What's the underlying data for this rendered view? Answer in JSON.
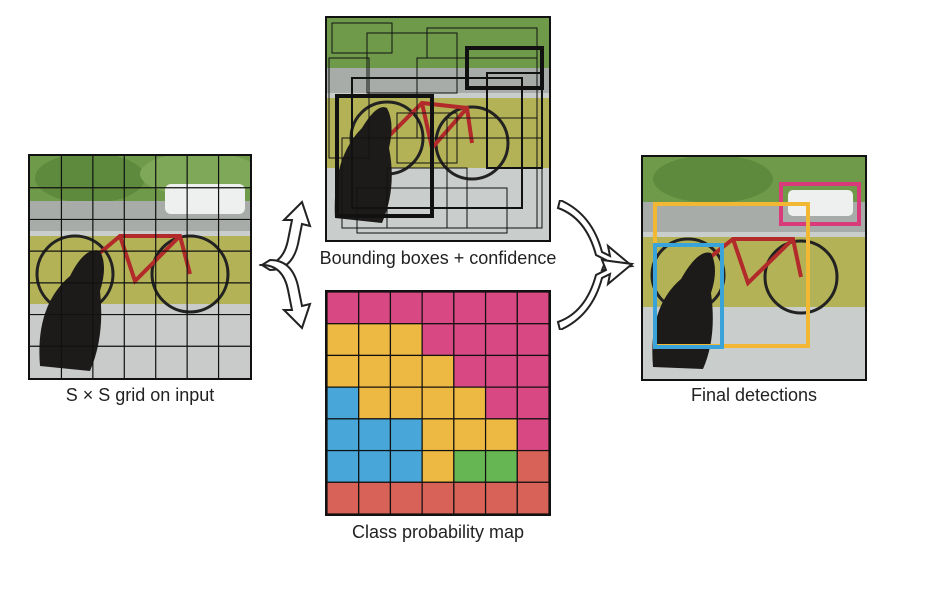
{
  "captions": {
    "input": "S × S grid on input",
    "boxes": "Bounding boxes + confidence",
    "classmap": "Class probability map",
    "detections": "Final detections"
  },
  "grid": {
    "size": 7
  },
  "class_colors": {
    "M": "#d93a7a",
    "Y": "#f2b733",
    "B": "#3aa3d9",
    "G": "#5bb446",
    "R": "#d9574a"
  },
  "class_map": [
    [
      "M",
      "M",
      "M",
      "M",
      "M",
      "M",
      "M"
    ],
    [
      "Y",
      "Y",
      "Y",
      "M",
      "M",
      "M",
      "M"
    ],
    [
      "Y",
      "Y",
      "Y",
      "Y",
      "M",
      "M",
      "M"
    ],
    [
      "B",
      "Y",
      "Y",
      "Y",
      "Y",
      "M",
      "M"
    ],
    [
      "B",
      "B",
      "B",
      "Y",
      "Y",
      "Y",
      "M"
    ],
    [
      "B",
      "B",
      "B",
      "Y",
      "G",
      "G",
      "R"
    ],
    [
      "R",
      "R",
      "R",
      "R",
      "R",
      "R",
      "R"
    ]
  ],
  "detections": [
    {
      "class": "car",
      "color": "#d93a7a"
    },
    {
      "class": "bicycle",
      "color": "#f2b733"
    },
    {
      "class": "dog",
      "color": "#3aa3d9"
    }
  ]
}
